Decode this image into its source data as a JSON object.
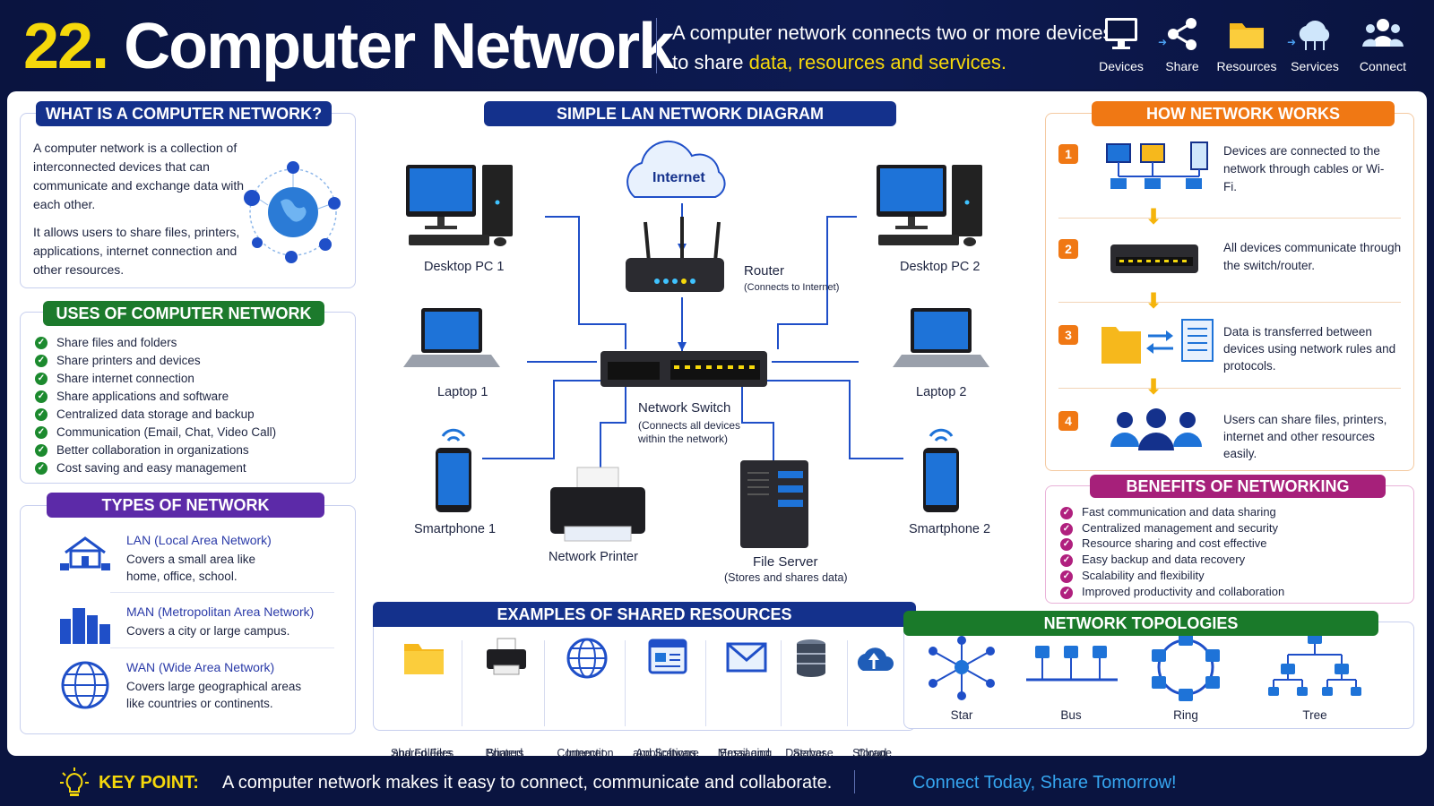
{
  "header": {
    "number": "22.",
    "title": "Computer Network",
    "tagline_line1": "A computer network connects two or more devices",
    "tagline_line2_prefix": "to share ",
    "tagline_line2_highlight": "data, resources and services.",
    "icons": [
      {
        "icon": "monitor-icon",
        "label": "Devices"
      },
      {
        "icon": "share-icon",
        "label": "Share"
      },
      {
        "icon": "folder-icon",
        "label": "Resources"
      },
      {
        "icon": "cloud-icon",
        "label": "Services"
      },
      {
        "icon": "users-icon",
        "label": "Connect"
      }
    ]
  },
  "what_is": {
    "title": "WHAT IS A COMPUTER NETWORK?",
    "p1": "A computer network is a collection of interconnected devices that can communicate and exchange data with each other.",
    "p2": "It allows users to share files, printers, applications, internet connection and other resources."
  },
  "uses": {
    "title": "USES OF COMPUTER NETWORK",
    "items": [
      "Share files and folders",
      "Share printers and devices",
      "Share internet connection",
      "Share applications and software",
      "Centralized data storage and backup",
      "Communication (Email, Chat, Video Call)",
      "Better collaboration in organizations",
      "Cost saving and easy management"
    ]
  },
  "types": {
    "title": "TYPES OF NETWORK",
    "items": [
      {
        "title": "LAN (Local Area Network)",
        "desc": "Covers a small area like home, office, school."
      },
      {
        "title": "MAN (Metropolitan Area Network)",
        "desc": "Covers a city or large campus."
      },
      {
        "title": "WAN (Wide Area Network)",
        "desc": "Covers large geographical areas like countries or continents."
      }
    ]
  },
  "diagram": {
    "title": "SIMPLE LAN NETWORK DIAGRAM",
    "internet": "Internet",
    "router": "Router",
    "router_sub": "(Connects to Internet)",
    "desktop1": "Desktop PC 1",
    "desktop2": "Desktop PC 2",
    "laptop1": "Laptop 1",
    "laptop2": "Laptop 2",
    "switch": "Network Switch",
    "switch_sub1": "(Connects all devices",
    "switch_sub2": "within the network)",
    "phone1": "Smartphone 1",
    "phone2": "Smartphone 2",
    "printer": "Network Printer",
    "server": "File Server",
    "server_sub": "(Stores and shares data)"
  },
  "how_works": {
    "title": "HOW NETWORK WORKS",
    "steps": [
      {
        "num": "1",
        "text": "Devices are connected to the network through cables or Wi-Fi."
      },
      {
        "num": "2",
        "text": "All devices communicate through the switch/router."
      },
      {
        "num": "3",
        "text": "Data is transferred between devices using network rules and protocols."
      },
      {
        "num": "4",
        "text": "Users can share files, printers, internet and other resources easily."
      }
    ]
  },
  "benefits": {
    "title": "BENEFITS OF NETWORKING",
    "items": [
      "Fast communication and data sharing",
      "Centralized management and security",
      "Resource sharing and cost effective",
      "Easy backup and data recovery",
      "Scalability and flexibility",
      "Improved productivity and collaboration"
    ]
  },
  "resources": {
    "title": "EXAMPLES OF SHARED RESOURCES",
    "items": [
      {
        "icon": "folder-icon",
        "line1": "Shared Files",
        "line2": "and Folders"
      },
      {
        "icon": "printer-icon",
        "line1": "Shared",
        "line2": "Printers"
      },
      {
        "icon": "globe-icon",
        "line1": "Internet",
        "line2": "Connection"
      },
      {
        "icon": "app-window-icon",
        "line1": "Applications",
        "line2": "and Software"
      },
      {
        "icon": "envelope-icon",
        "line1": "Email and",
        "line2": "Messaging"
      },
      {
        "icon": "database-icon",
        "line1": "Database",
        "line2": "Server"
      },
      {
        "icon": "cloud-upload-icon",
        "line1": "Cloud",
        "line2": "Storage"
      }
    ]
  },
  "topologies": {
    "title": "NETWORK TOPOLOGIES",
    "items": [
      "Star",
      "Bus",
      "Ring",
      "Tree"
    ]
  },
  "footer": {
    "key_label": "KEY POINT:",
    "key_text": "A computer network makes it easy to connect, communicate and collaborate.",
    "slogan": "Connect Today, Share Tomorrow!"
  },
  "colors": {
    "navy": "#14318c",
    "yellow": "#f5d80b",
    "orange": "#f07814",
    "magenta": "#a6207a",
    "green": "#1c7a2c",
    "purple": "#5c2aa8",
    "link_blue": "#1f4fc8"
  }
}
